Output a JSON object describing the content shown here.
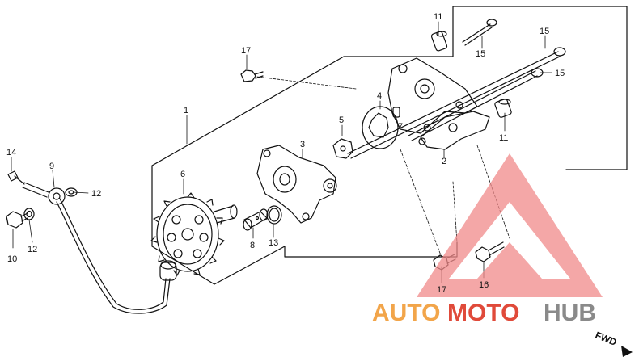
{
  "callouts": {
    "c1": "1",
    "c2": "2",
    "c3": "3",
    "c4": "4",
    "c5": "5",
    "c6": "6",
    "c7": "7",
    "c8": "8",
    "c9": "9",
    "c10": "10",
    "c11a": "11",
    "c11b": "11",
    "c12a": "12",
    "c12b": "12",
    "c13": "13",
    "c14": "14",
    "c15a": "15",
    "c15b": "15",
    "c15c": "15",
    "c16": "16",
    "c17a": "17",
    "c17b": "17"
  },
  "watermark": {
    "part1": "AUTO",
    "part2": "MOTO",
    "part3": "HUB",
    "colors": {
      "triangle": "#f08a8a",
      "auto": "#f2a54a",
      "moto": "#e04a3a",
      "hub": "#8a8a8a"
    }
  },
  "direction": {
    "label": "FWD"
  }
}
